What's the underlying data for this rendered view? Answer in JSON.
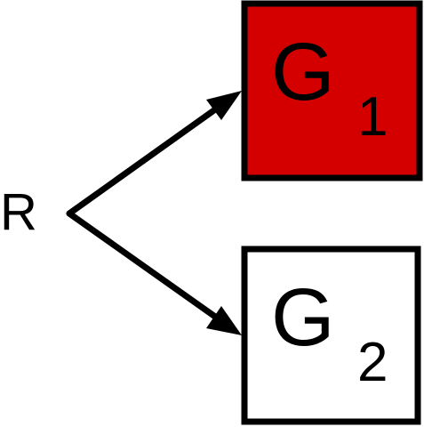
{
  "source": {
    "label": "R"
  },
  "targets": [
    {
      "letter": "G",
      "subscript": "1",
      "fill": "#d40000"
    },
    {
      "letter": "G",
      "subscript": "2",
      "fill": "#ffffff"
    }
  ],
  "colors": {
    "stroke": "#000000",
    "highlight": "#d40000",
    "background": "#ffffff"
  }
}
